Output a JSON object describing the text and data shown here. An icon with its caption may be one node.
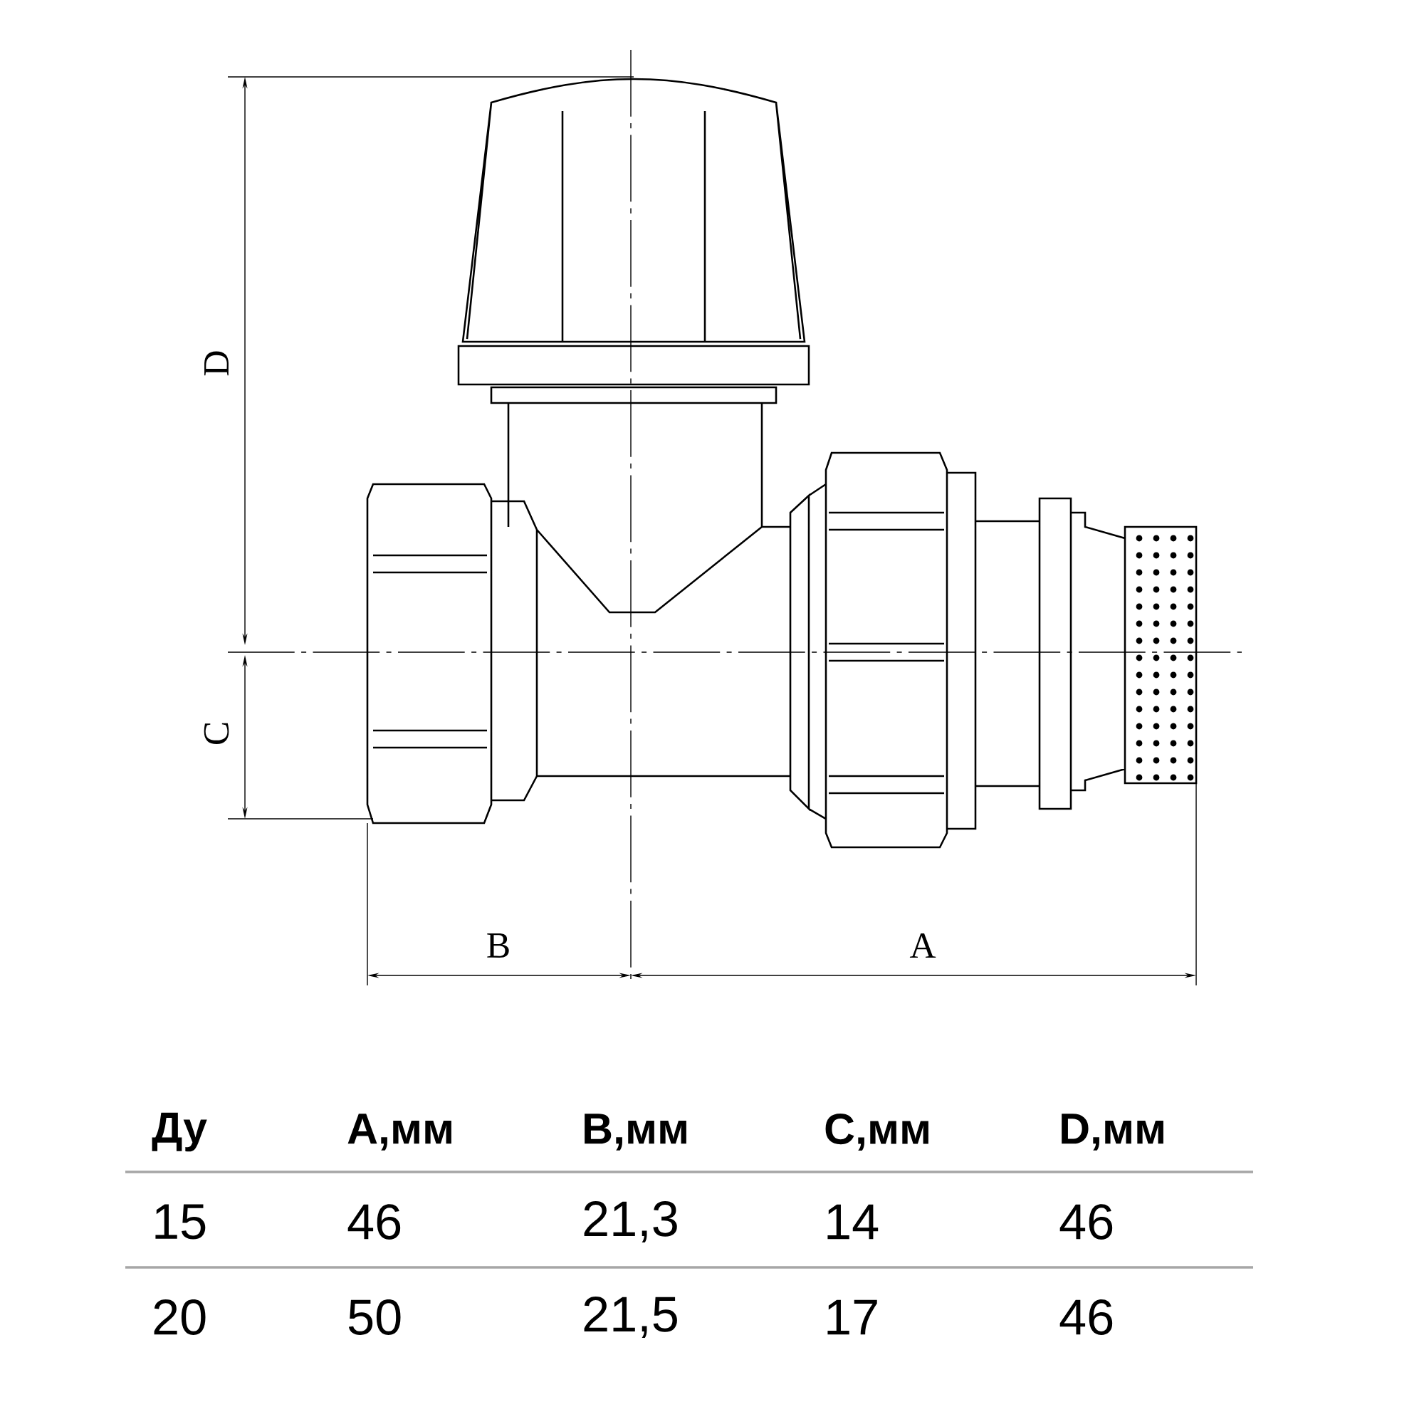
{
  "diagram": {
    "labels": [
      "D",
      "C",
      "B",
      "A",
      "Ду",
      "A,мм",
      "B,мм",
      "C,мм",
      "D,мм",
      "15",
      "46",
      "21,3",
      "14",
      "46",
      "20",
      "50",
      "21,5",
      "17",
      "46"
    ]
  }
}
